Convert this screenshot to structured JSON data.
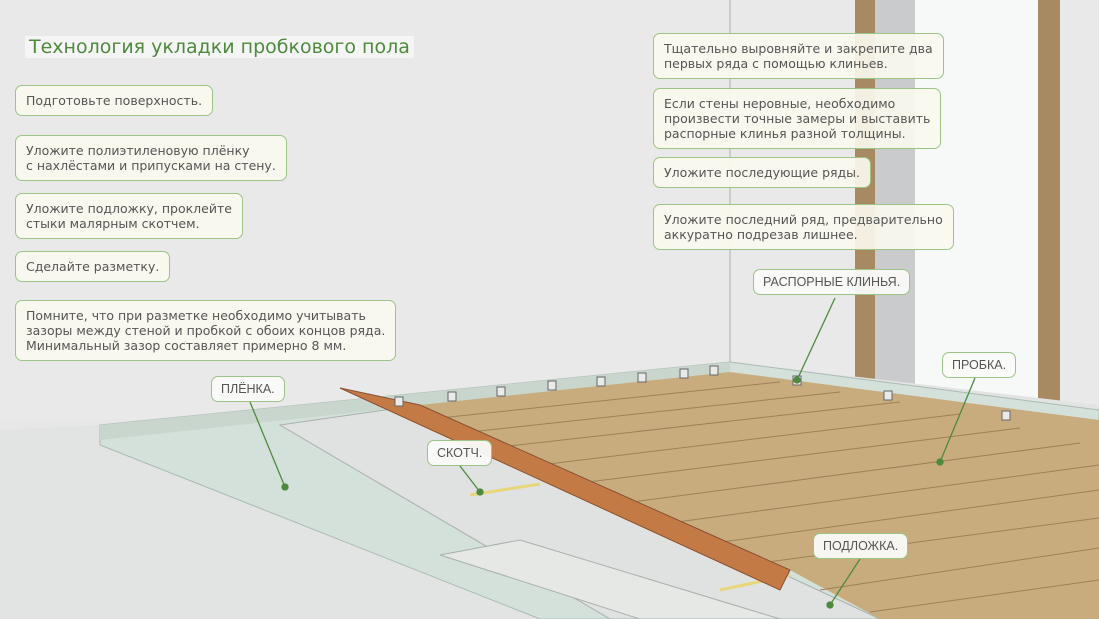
{
  "title": "Технология укладки пробкового пола",
  "steps_left": [
    "Подготовьте поверхность.",
    "Уложите полиэтиленовую плёнку\nс нахлёстами и припусками на стену.",
    "Уложите подложку, проклейте\nстыки малярным скотчем.",
    "Сделайте разметку.",
    "Помните, что при разметке необходимо учитывать\nзазоры между стеной и пробкой с обоих концов ряда.\nМинимальный зазор составляет примерно 8 мм."
  ],
  "steps_right": [
    "Тщательно выровняйте и закрепите два\nпервых ряда с помощью клиньев.",
    "Если стены неровные, необходимо\nпроизвести точные замеры и выставить\nраспорные клинья разной толщины.",
    "Уложите последующие ряды.",
    "Уложите последний ряд, предварительно\nаккуратно подрезав лишнее."
  ],
  "labels": {
    "wedges": "РАСПОРНЫЕ КЛИНЬЯ.",
    "cork": "ПРОБКА.",
    "film": "ПЛЁНКА.",
    "tape": "СКОТЧ.",
    "underlay": "ПОДЛОЖКА."
  },
  "colors": {
    "accent": "#4e8a3e",
    "border": "#9cc486",
    "cork": "#c9ac7e",
    "underlay": "#c47a45"
  }
}
